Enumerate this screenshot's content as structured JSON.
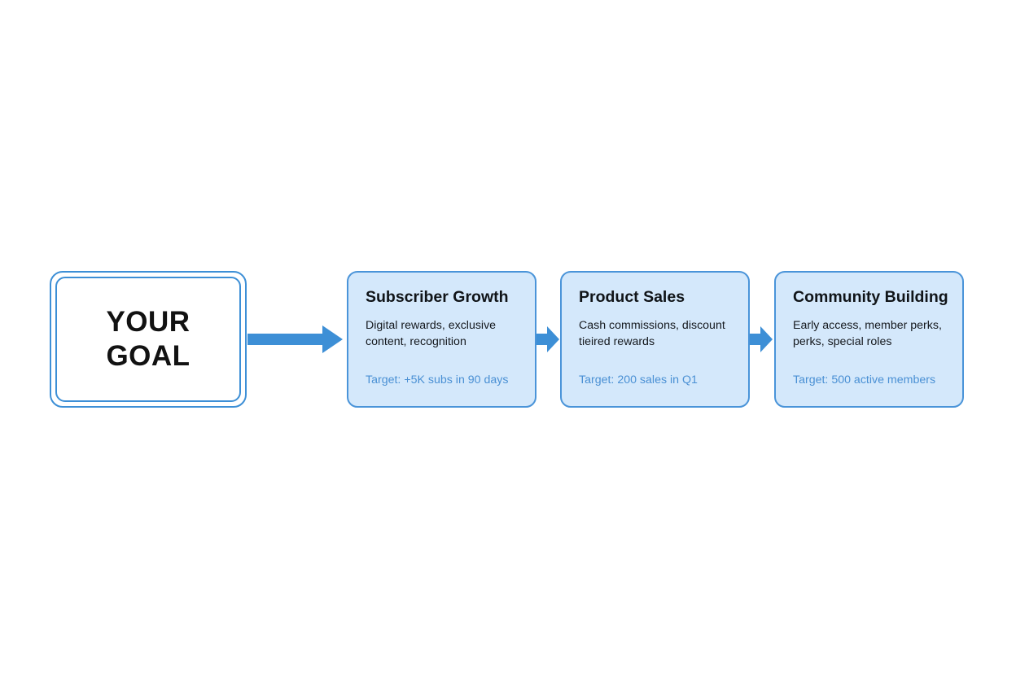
{
  "diagram": {
    "type": "flow",
    "title": "",
    "colors": {
      "arrow": "#3d8fd6",
      "card_fill": "#d4e8fb",
      "card_border": "#4a94d9",
      "goal_border": "#3d8fd6",
      "target_text": "#4a90d4",
      "title_text": "#101418",
      "body_text": "#15191e",
      "background": "#ffffff"
    },
    "goal": {
      "label": "YOUR\nGOAL"
    },
    "arrows": [
      {
        "name": "goal-to-subscriber-growth",
        "style": "block-arrow",
        "size": "large",
        "direction": "right"
      },
      {
        "name": "subscriber-growth-to-product-sales",
        "style": "block-arrow",
        "size": "small",
        "direction": "right"
      },
      {
        "name": "product-sales-to-community-building",
        "style": "block-arrow",
        "size": "small",
        "direction": "right"
      }
    ],
    "cards": [
      {
        "title": "Subscriber Growth",
        "description": "Digital rewards, exclusive content, recognition",
        "target": "Target: +5K subs in 90 days"
      },
      {
        "title": "Product Sales",
        "description": "Cash commissions, discount tieired rewards",
        "target": "Target: 200 sales in Q1"
      },
      {
        "title": "Community Building",
        "description": "Early access, member perks, perks, special roles",
        "target": "Target: 500 active members"
      }
    ]
  }
}
